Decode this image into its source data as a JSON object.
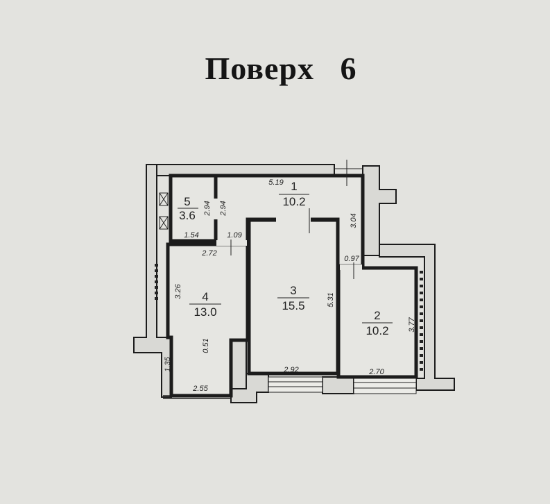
{
  "title": "Поверх   6",
  "rooms": [
    {
      "number": "1",
      "area": "10.2"
    },
    {
      "number": "2",
      "area": "10.2"
    },
    {
      "number": "3",
      "area": "15.5"
    },
    {
      "number": "4",
      "area": "13.0"
    },
    {
      "number": "5",
      "area": "3.6"
    }
  ],
  "dimensions": {
    "d519": "5.19",
    "d304": "3.04",
    "d294a": "2.94",
    "d294b": "2.94",
    "d154": "1.54",
    "d109": "1.09",
    "d272": "2.72",
    "d097": "0.97",
    "d326": "3.26",
    "d531": "5.31",
    "d377": "3.77",
    "d051": "0.51",
    "d135": "1.35",
    "d255": "2.55",
    "d292": "2.92",
    "d270": "2.70"
  }
}
